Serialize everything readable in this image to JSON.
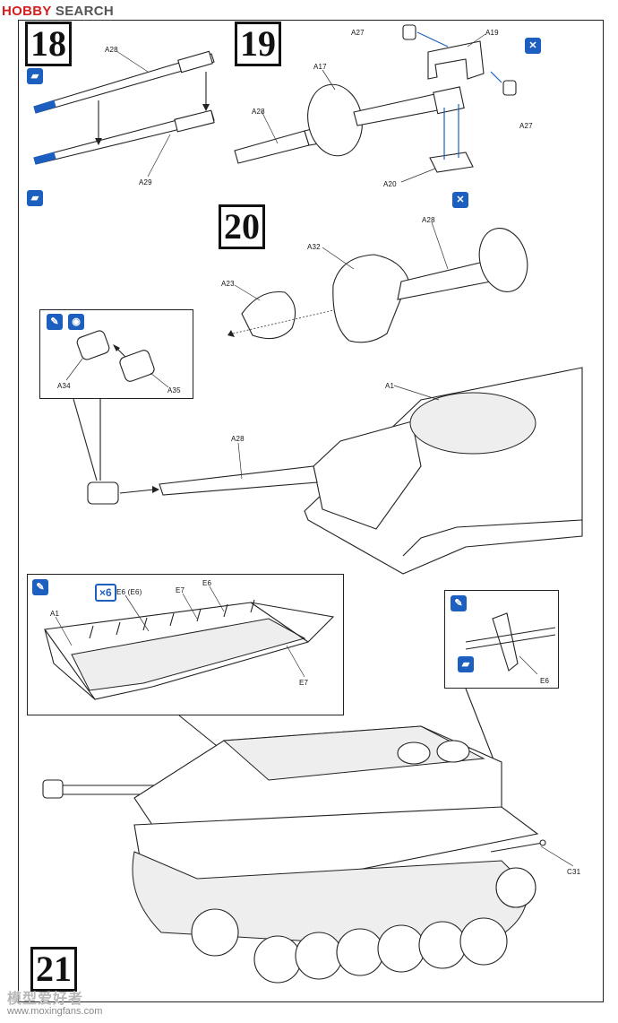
{
  "brand": {
    "logo": "H",
    "name_a": "OBBY",
    "name_b": " SEARCH"
  },
  "steps": [
    "18",
    "19",
    "20",
    "21"
  ],
  "labels": {
    "s18": [
      "A28",
      "A29"
    ],
    "s19": [
      "A27",
      "A19",
      "A17",
      "A28",
      "A27",
      "A20"
    ],
    "s20": [
      "A32",
      "A28",
      "A23",
      "A34",
      "A35",
      "A1",
      "A28"
    ],
    "s21": [
      "A1",
      "E6 (E6)",
      "E7",
      "E6",
      "E7",
      "E6",
      "C31"
    ]
  },
  "badges": {
    "x6": "×6",
    "paint_icon": "paint-brush-icon",
    "glue_icon": "cement-icon",
    "drill_icon": "drill-icon"
  },
  "watermark": {
    "cn": "模型爱好者",
    "url": "www.moxingfans.com"
  },
  "accent_color": "#1d5fbf"
}
